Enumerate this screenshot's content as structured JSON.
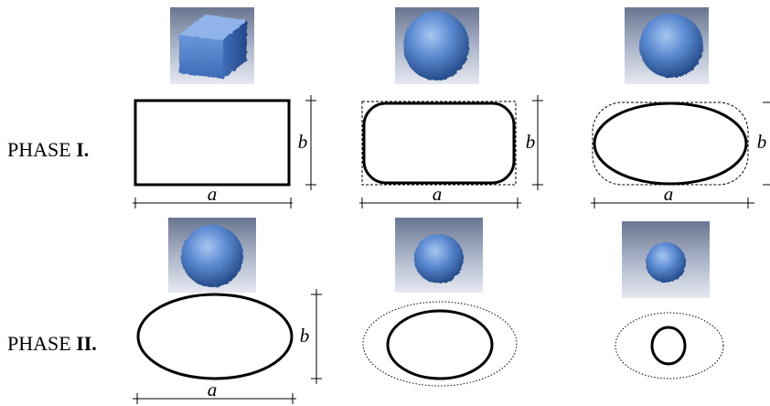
{
  "phases": [
    {
      "prefix": "PHASE ",
      "numeral": "I.",
      "a_label": "a",
      "b_label": "b"
    },
    {
      "prefix": "PHASE ",
      "numeral": "II.",
      "a_label": "a",
      "b_label": "b"
    }
  ],
  "colors": {
    "tile_bg_top": "#6f7890",
    "tile_bg_bottom": "#e2e6f0",
    "particle_light": "#8fb3e8",
    "particle_mid": "#4f80cc",
    "particle_dark": "#1f4a8f",
    "outline": "#000000"
  }
}
